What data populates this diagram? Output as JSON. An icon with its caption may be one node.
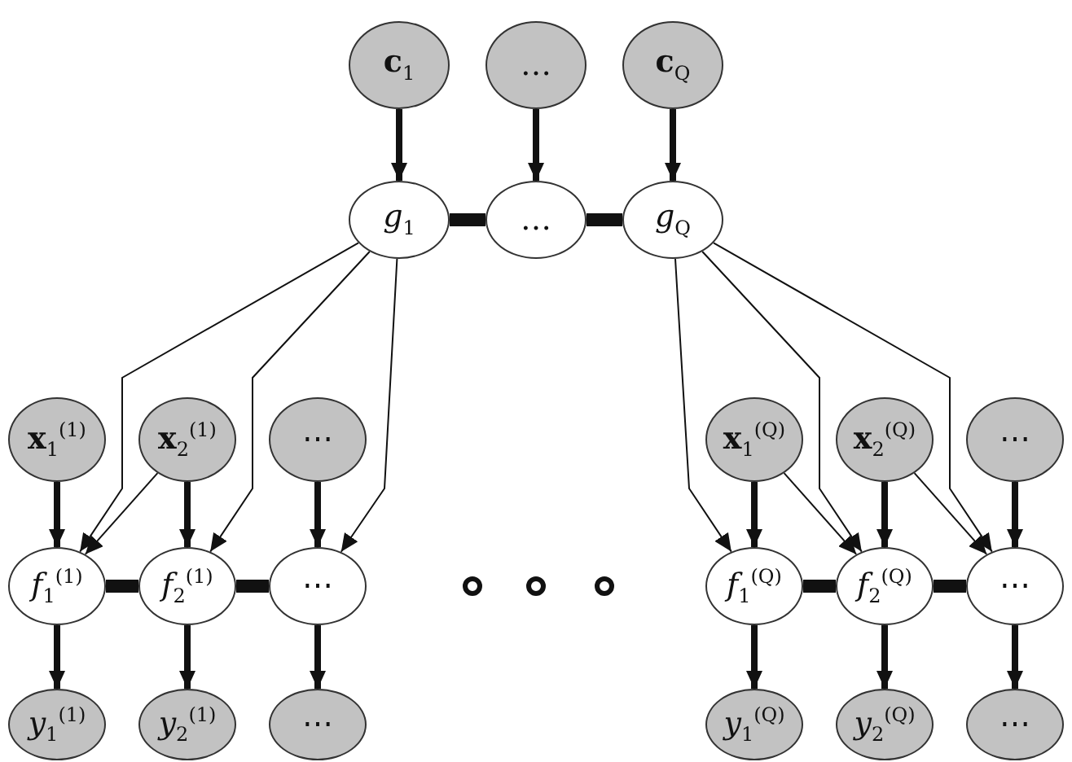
{
  "diagram": {
    "nodes": [
      {
        "text": [
          "**c**$_{1}$"
        ]
      },
      {
        "text": [
          "…"
        ]
      },
      {
        "text": [
          "**c**$_{Q}$"
        ]
      },
      {
        "text": [
          "*g*$_{1}$"
        ]
      },
      {
        "text": [
          "…"
        ]
      },
      {
        "text": [
          "*g*$_{Q}$"
        ]
      },
      {
        "text": [
          "**x**$_{1}$$^{(1)}$"
        ]
      },
      {
        "text": [
          "**x**$_{2}$$^{(1)}$"
        ]
      },
      {
        "text": [
          "⋯"
        ]
      },
      {
        "text": [
          "**x**$_{1}$$^{(Q)}$"
        ]
      },
      {
        "text": [
          "**x**$_{2}$$^{(Q)}$"
        ]
      },
      {
        "text": [
          "⋯"
        ]
      },
      {
        "text": [
          "*f*$_{1}$$^{(1)}$"
        ]
      },
      {
        "text": [
          "*f*$_{2}$$^{(1)}$"
        ]
      },
      {
        "text": [
          "⋯"
        ]
      },
      {
        "text": [
          "*f*$_{1}$$^{(Q)}$"
        ]
      },
      {
        "text": [
          "*f*$_{2}$$^{(Q)}$"
        ]
      },
      {
        "text": [
          "⋯"
        ]
      },
      {
        "text": [
          "*y*$_{1}$$^{(1)}$"
        ]
      },
      {
        "text": [
          "*y*$_{2}$$^{(1)}$"
        ]
      },
      {
        "text": [
          "⋯"
        ]
      },
      {
        "text": [
          "*y*$_{1}$$^{(Q)}$"
        ]
      },
      {
        "text": [
          "*y*$_{2}$$^{(Q)}$"
        ]
      },
      {
        "text": [
          "⋯"
        ]
      },
      {
        "text": [],
        "shape": "circle"
      },
      {
        "text": [],
        "shape": "circle"
      },
      {
        "text": [],
        "shape": "circle"
      }
    ],
    "edges": [
      {
        "from": 0,
        "to": 3,
        "arrow": "to"
      },
      {
        "from": 1,
        "to": 4,
        "arrow": "to"
      },
      {
        "from": 2,
        "to": 5,
        "arrow": "to"
      },
      {
        "from": 3,
        "to": 4,
        "arrow": "none",
        "style": "thick"
      },
      {
        "from": 4,
        "to": 5,
        "arrow": "none",
        "style": "thick"
      },
      {
        "from": 3,
        "to": 12,
        "arrow": "to"
      },
      {
        "from": 3,
        "to": 13,
        "arrow": "to"
      },
      {
        "from": 3,
        "to": 14,
        "arrow": "to"
      },
      {
        "from": 5,
        "to": 15,
        "arrow": "to"
      },
      {
        "from": 5,
        "to": 16,
        "arrow": "to"
      },
      {
        "from": 5,
        "to": 17,
        "arrow": "to"
      },
      {
        "from": 6,
        "to": 12,
        "arrow": "to"
      },
      {
        "from": 7,
        "to": 12,
        "arrow": "to"
      },
      {
        "from": 7,
        "to": 13,
        "arrow": "to"
      },
      {
        "from": 8,
        "to": 14,
        "arrow": "to"
      },
      {
        "from": 9,
        "to": 15,
        "arrow": "to"
      },
      {
        "from": 9,
        "to": 16,
        "arrow": "to"
      },
      {
        "from": 10,
        "to": 16,
        "arrow": "to"
      },
      {
        "from": 10,
        "to": 17,
        "arrow": "to"
      },
      {
        "from": 11,
        "to": 17,
        "arrow": "to"
      },
      {
        "from": 12,
        "to": 13,
        "arrow": "none",
        "style": "thick"
      },
      {
        "from": 13,
        "to": 14,
        "arrow": "none",
        "style": "thick"
      },
      {
        "from": 15,
        "to": 16,
        "arrow": "none",
        "style": "thick"
      },
      {
        "from": 16,
        "to": 17,
        "arrow": "none",
        "style": "thick"
      },
      {
        "from": 12,
        "to": 18,
        "arrow": "to"
      },
      {
        "from": 13,
        "to": 19,
        "arrow": "to"
      },
      {
        "from": 14,
        "to": 20,
        "arrow": "to"
      },
      {
        "from": 15,
        "to": 21,
        "arrow": "to"
      },
      {
        "from": 16,
        "to": 22,
        "arrow": "to"
      },
      {
        "from": 17,
        "to": 23,
        "arrow": "to"
      }
    ]
  }
}
